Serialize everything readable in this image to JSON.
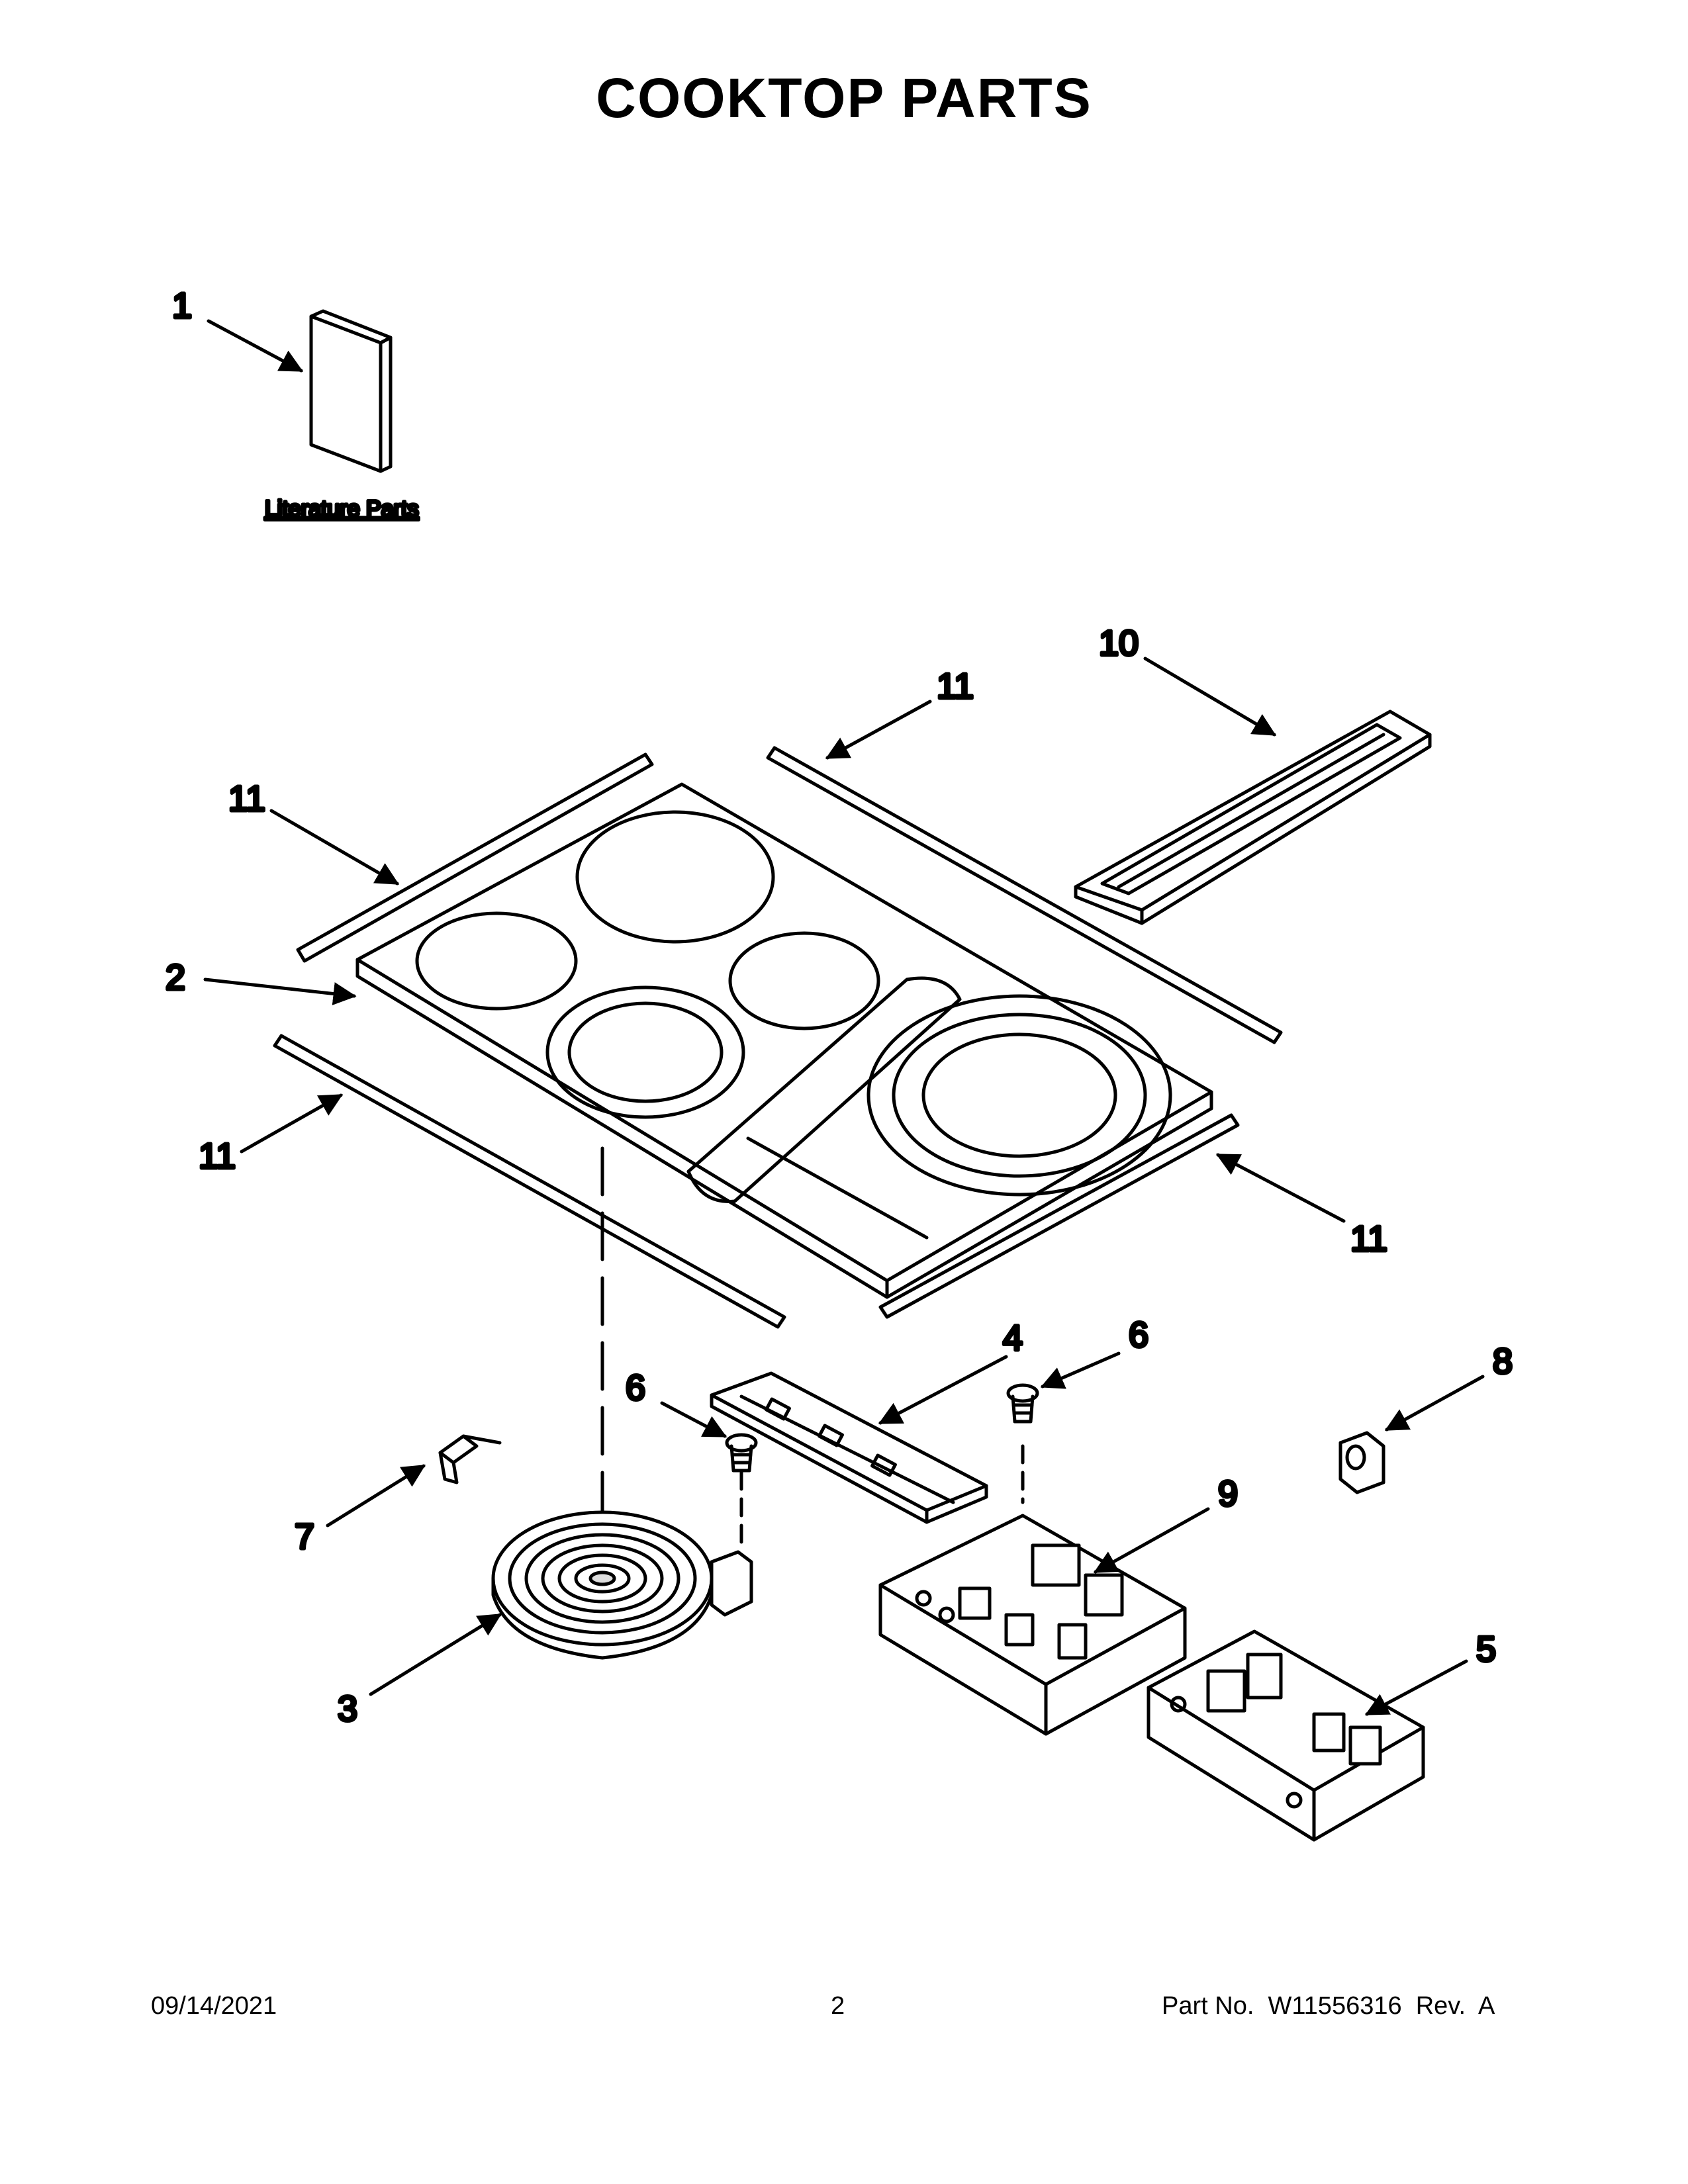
{
  "title": "COOKTOP PARTS",
  "literature_label": "Literature Parts",
  "callouts": {
    "c1": "1",
    "c2": "2",
    "c3": "3",
    "c4": "4",
    "c5": "5",
    "c6a": "6",
    "c6b": "6",
    "c7": "7",
    "c8": "8",
    "c9": "9",
    "c10": "10",
    "c11a": "11",
    "c11b": "11",
    "c11c": "11",
    "c11d": "11"
  },
  "footer": {
    "date": "09/14/2021",
    "page": "2",
    "part_no": "Part No.  W11556316  Rev.  A"
  }
}
